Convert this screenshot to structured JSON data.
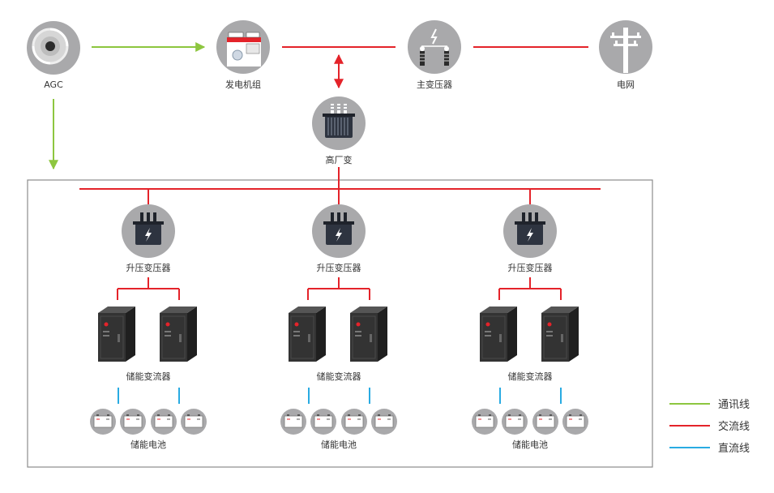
{
  "colors": {
    "comm": "#8dc63f",
    "ac": "#e4232a",
    "dc": "#29abe2",
    "node_bg": "#a9a9ab",
    "dark": "#2b2b2b",
    "frame": "#8c8c8c"
  },
  "nodes": {
    "agc": {
      "label": "AGC",
      "icon": "agc-fan-icon"
    },
    "generator": {
      "label": "发电机组",
      "icon": "generator-icon"
    },
    "main_transformer": {
      "label": "主变压器",
      "icon": "main-transformer-icon"
    },
    "grid": {
      "label": "电网",
      "icon": "power-pole-icon"
    },
    "station_transformer": {
      "label": "高厂变",
      "icon": "station-transformer-icon"
    }
  },
  "units": [
    {
      "transformer_label": "升压变压器",
      "converter_label": "储能变流器",
      "battery_label": "储能电池"
    },
    {
      "transformer_label": "升压变压器",
      "converter_label": "储能变流器",
      "battery_label": "储能电池"
    },
    {
      "transformer_label": "升压变压器",
      "converter_label": "储能变流器",
      "battery_label": "储能电池"
    }
  ],
  "legend": [
    {
      "label": "通讯线",
      "color": "#8dc63f"
    },
    {
      "label": "交流线",
      "color": "#e4232a"
    },
    {
      "label": "直流线",
      "color": "#29abe2"
    }
  ]
}
